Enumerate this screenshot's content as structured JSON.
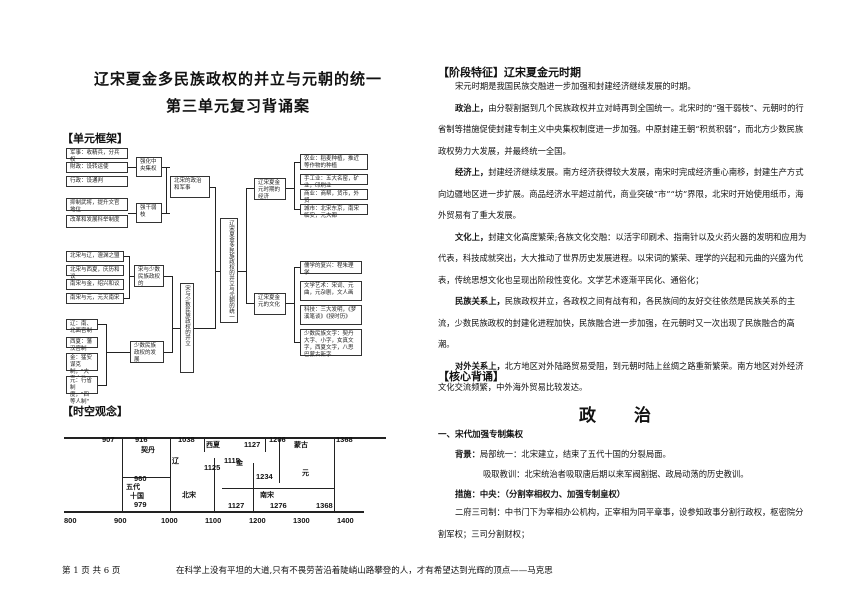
{
  "left": {
    "title1": "辽宋夏金多民族政权的并立与元朝的统一",
    "title2": "第三单元复习背诵案",
    "framework_label": "【单元框架】",
    "timeline_label": "【时空观念】",
    "mindmap": {
      "root": "辽宋夏金多民族政权的并立与元朝的统一",
      "politics_node": "北宋的政治和军事",
      "strengthen_node": "强化中央集权",
      "strengthen_items": [
        "军事：收精兵，分兵权",
        "財政：设转运使",
        "行政：设通判"
      ],
      "weak_node": "强干弱枝",
      "weak_items": [
        "抑制武将，提升文官地位",
        "改革和发展科举制度"
      ],
      "ethnic_node": "宋与少数民族政权的",
      "ethnic_items": [
        "北宋与辽，澶渊之盟",
        "北宋与西夏，庆历和议",
        "南宋与金，绍兴和议",
        "南宋与元，元灭南宋"
      ],
      "minority_node": "宋与少数民族政权的并立",
      "dev_node": "少数民族政权的发展",
      "dev_items": [
        "辽：南、北面官制",
        "西夏：藩汉官制",
        "金：猛安谋克制，\"大定之治\"",
        "元：行省制度，\"四等人制\""
      ],
      "economy_node": "辽宋夏金元时期的经济",
      "economy_items": [
        "农业：稻麦种植，推近等作物的种植",
        "手工业：五大名窑，矿业，印刷业",
        "商业：商帮，货币，外贸",
        "城市：北宋东京，南宋临安，元大都"
      ],
      "culture_node": "辽宋夏金元的文化",
      "culture_items": [
        "儒学的复兴：程朱理学",
        "文学艺术：宋词、元曲，元杂剧，文人画",
        "科技：三大发明，《梦溪笔谈》《授时历》",
        "少数民族文字：契丹大字、小字，女真文字，西夏文字，八思巴蒙古新字"
      ]
    },
    "timeline": {
      "years_top": [
        "907",
        "916",
        "1038",
        "1127",
        "1206",
        "1368"
      ],
      "years_mid": [
        "1115",
        "1125",
        "1234",
        "960",
        "979",
        "1127",
        "1276",
        "1368"
      ],
      "axis_ticks": [
        "800",
        "900",
        "1000",
        "1100",
        "1200",
        "1300",
        "1400"
      ],
      "labels": [
        "契丹",
        "辽",
        "西夏",
        "金",
        "蒙古",
        "元",
        "五代",
        "十国",
        "北宋",
        "南宋"
      ]
    }
  },
  "right": {
    "stage_heading": "【阶段特征】辽宋夏金元时期",
    "intro": "宋元时期是我国民族交融进一步加强和封建经济继续发展的时期。",
    "paragraphs": [
      {
        "label": "政治上，",
        "text": "由分裂割据到几个民族政权并立对峙再到全国统一。北宋时的“强干弱枝”、元朝时的行省制等措施促使封建专制主义中央集权制度进一步加强。中原封建王朝“积贫积弱”，而北方少数民族政权势力大发展，并最终统一全国。"
      },
      {
        "label": "经济上，",
        "text": "封建经济继续发展。南方经济获得较大发展，南宋时完成经济重心南移，封建生产方式向边疆地区进一步扩展。商品经济水平超过前代，商业突破“市”“坊”界限，北宋时开始使用纸币，海外贸易有了重大发展。"
      },
      {
        "label": "文化上，",
        "text": "封建文化高度繁荣;各族文化交融：以活字印刷术、指南针以及火药火器的发明和应用为代表，科技成就突出，大大推动了世界历史发展进程。以宋词的繁荣、理学的兴起和元曲的兴盛为代表，传统思想文化也呈现出阶段性变化。文学艺术逐渐平民化、通俗化；"
      },
      {
        "label": "民族关系上，",
        "text": "民族政权并立，各政权之间有战有和，各民族间的友好交往依然是民族关系的主流，少数民族政权的封建化进程加快，民族融合进一步加强，在元朝时又一次出现了民族融合的高潮。"
      },
      {
        "label": "对外关系上，",
        "text": "北方地区对外陆路贸易受阻，到元朝时陆上丝绸之路重新繁荣。南方地区对外经济文化交流频繁，中外海外贸易比较发达。"
      }
    ],
    "core_heading": "【核心背诵】",
    "big_title": "政 治",
    "section1": "一、宋代加强专制集权",
    "background_label": "背景：",
    "background_text": "局部统一：北宋建立，结束了五代十国的分裂局面。",
    "lesson_text": "吸取教训：北宋统治者吸取唐后期以来军阀割据、政局动荡的历史教训。",
    "measures_label": "措施：",
    "measures_text": "中央：（分割宰相权力、加强专制皇权）",
    "last_line": "二府三司制：中书门下为宰相办公机构，正宰相为同平章事，设参知政事分割行政权，枢密院分割军权；三司分割财权；"
  },
  "footer": {
    "page": "第 1 页 共 6 页",
    "quote": "在科学上没有平坦的大道,只有不畏劳苦沿着陡峭山路攀登的人，才有希望达到光辉的顶点——马克思"
  }
}
